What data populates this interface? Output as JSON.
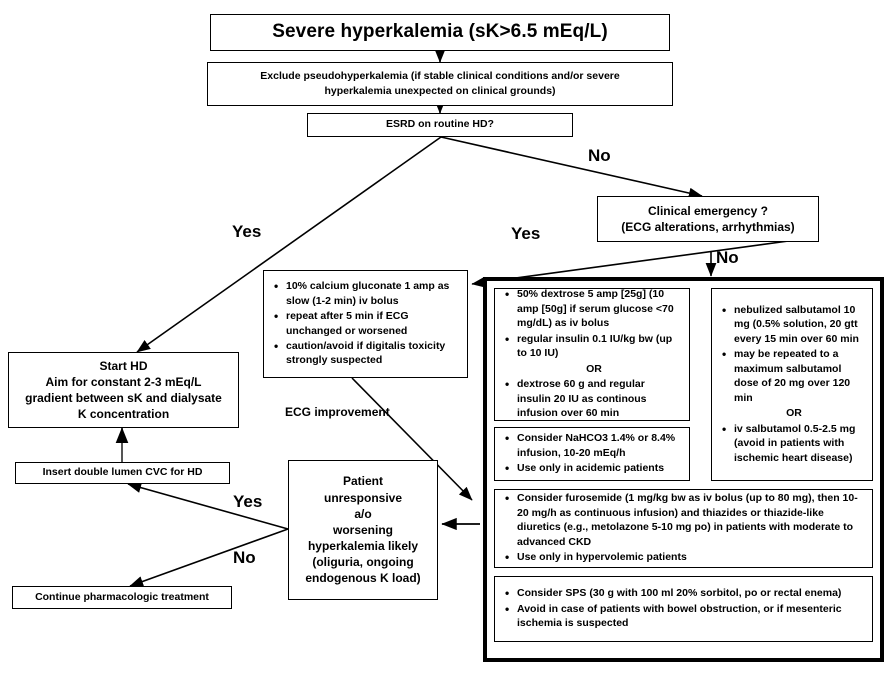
{
  "diagram": {
    "title": "Severe hyperkalemia (sK>6.5 mEq/L) management algorithm",
    "background": "#ffffff",
    "line_color": "#000000"
  },
  "nodes": {
    "title_box": "Severe hyperkalemia (sK>6.5 mEq/L)",
    "exclude_box": "Exclude pseudohyperkalemia (if stable clinical conditions and/or severe hyperkalemia unexpected on clinical grounds)",
    "esrd_box": "ESRD on routine HD?",
    "emergency_box_line1": "Clinical emergency ?",
    "emergency_box_line2": "(ECG alterations, arrhythmias)",
    "start_hd": {
      "line1": "Start HD",
      "line2": "Aim for constant 2-3 mEq/L",
      "line3": "gradient between sK and dialysate",
      "line4": "K concentration"
    },
    "cvc_box": "Insert double lumen CVC for HD",
    "continue_pharm_box": "Continue pharmacologic treatment",
    "patient_box": {
      "line1": "Patient",
      "line2": "unresponsive",
      "line3": "a/o",
      "line4": "worsening",
      "line5": "hyperkalemia likely",
      "line6": "(oliguria, ongoing",
      "line7": "endogenous K load)"
    },
    "calcium_box": {
      "bullets": [
        "10% calcium gluconate 1 amp as slow (1-2 min) iv bolus",
        "repeat after 5 min if ECG unchanged or worsened",
        "caution/avoid if digitalis toxicity strongly suspected"
      ]
    },
    "dextrose_box": {
      "bullets": [
        "50% dextrose 5 amp [25g] (10 amp [50g] if serum glucose <70 mg/dL) as iv bolus",
        "regular insulin 0.1 IU/kg bw (up to 10 IU)"
      ],
      "or_label": "OR",
      "bullets_after": [
        "dextrose 60 g and regular insulin 20 IU as continous infusion over 60 min"
      ]
    },
    "salbutamol_box": {
      "bullets": [
        "nebulized salbutamol 10 mg (0.5% solution, 20 gtt every 15 min over 60 min",
        "may be repeated to a maximum salbutamol dose of 20 mg over 120 min"
      ],
      "or_label": "OR",
      "bullets_after": [
        "iv salbutamol 0.5-2.5 mg (avoid in patients with ischemic heart disease)"
      ]
    },
    "bicarbonate_box": {
      "bullets": [
        "Consider NaHCO3 1.4% or 8.4% infusion, 10-20 mEq/h",
        "Use only in acidemic patients"
      ]
    },
    "diuretic_box": {
      "bullets": [
        "Consider furosemide (1 mg/kg bw as iv bolus (up to 80 mg), then 10-20 mg/h as continuous infusion) and thiazides or thiazide-like diuretics (e.g., metolazone 5-10 mg po) in patients with moderate to advanced CKD",
        "Use only in hypervolemic patients"
      ]
    },
    "sps_box": {
      "bullets": [
        "Consider SPS (30 g with 100 ml 20% sorbitol, po or rectal enema)",
        "Avoid in case of patients with bowel obstruction, or if mesenteric ischemia is suspected"
      ]
    }
  },
  "edge_labels": {
    "esrd_no": "No",
    "esrd_yes": "Yes",
    "emergency_yes": "Yes",
    "emergency_no": "No",
    "ecg_improvement": "ECG improvement",
    "patient_yes": "Yes",
    "patient_no": "No"
  }
}
